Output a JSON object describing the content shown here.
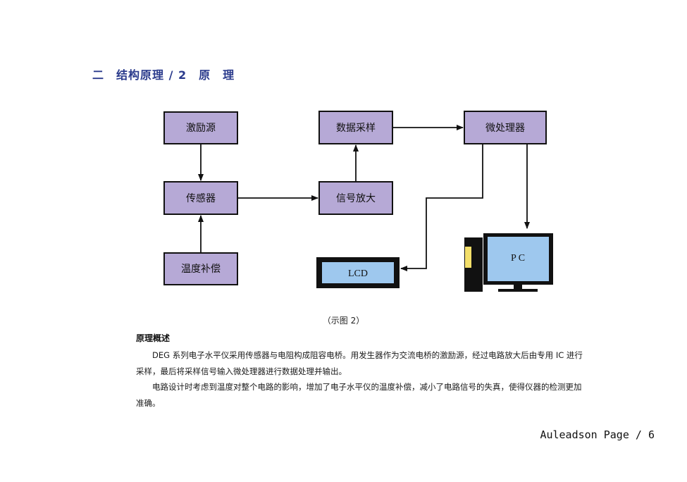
{
  "header": {
    "section_title": "二　结构原理 / 2　原　理"
  },
  "diagram": {
    "boxes": {
      "excitation": "激励源",
      "sensor": "传感器",
      "temp_comp": "温度补偿",
      "sampling": "数据采样",
      "amplifier": "信号放大",
      "mcu": "微处理器"
    },
    "lcd_label": "LCD",
    "pc_label": "P C",
    "caption": "（示图 2）",
    "colors": {
      "box_fill": "#b6a9d6",
      "display_screen": "#9ec8ee",
      "title": "#2a3a8c"
    }
  },
  "principle": {
    "heading": "原理概述",
    "paragraph1": "DEG 系列电子水平仪采用传感器与电阻构成阻容电桥。用发生器作为交流电桥的激励源，经过电路放大后由专用 IC 进行采样，最后将采样信号输入微处理器进行数据处理并输出。",
    "paragraph2": "电路设计时考虑到温度对整个电路的影响，增加了电子水平仪的温度补偿，减小了电路信号的失真，使得仪器的检测更加准确。"
  },
  "footer": {
    "page_label": "Auleadson Page / 6"
  }
}
